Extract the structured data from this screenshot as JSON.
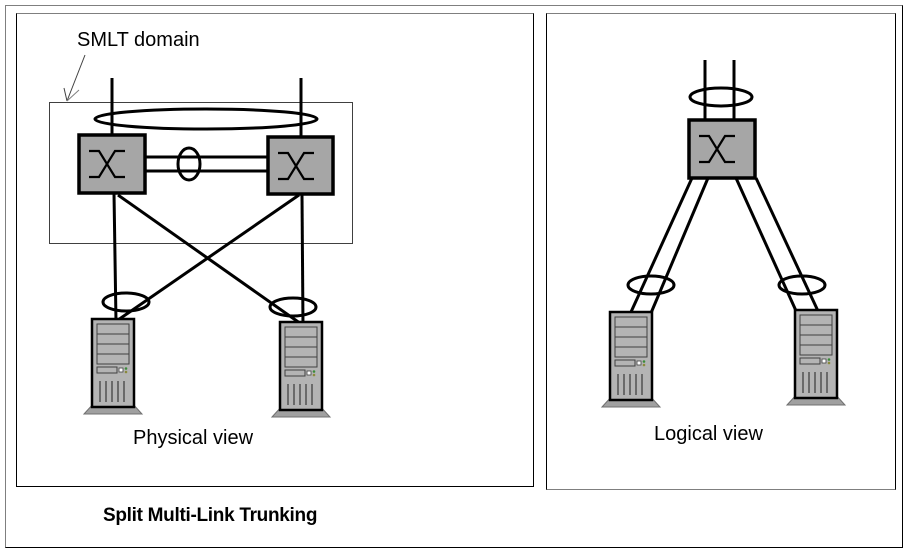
{
  "diagram": {
    "title": "Split Multi-Link Trunking",
    "physical_view": {
      "label": "Physical view",
      "domain_label": "SMLT domain",
      "switches": [
        "switch-left",
        "switch-right"
      ],
      "servers": [
        "server-left",
        "server-right"
      ],
      "links": [
        {
          "from": "uplink",
          "to": "switch-left",
          "trunk": "smlt-uplink"
        },
        {
          "from": "uplink",
          "to": "switch-right",
          "trunk": "smlt-uplink"
        },
        {
          "from": "switch-left",
          "to": "switch-right",
          "type": "inter-switch trunk (IST)",
          "count": 2
        },
        {
          "from": "switch-left",
          "to": "server-left"
        },
        {
          "from": "switch-left",
          "to": "server-right"
        },
        {
          "from": "switch-right",
          "to": "server-left"
        },
        {
          "from": "switch-right",
          "to": "server-right"
        }
      ]
    },
    "logical_view": {
      "label": "Logical view",
      "switches": [
        "logical-switch"
      ],
      "servers": [
        "server-left",
        "server-right"
      ],
      "links": [
        {
          "from": "uplink",
          "to": "logical-switch",
          "count": 2
        },
        {
          "from": "logical-switch",
          "to": "server-left",
          "count": 2
        },
        {
          "from": "logical-switch",
          "to": "server-right",
          "count": 2
        }
      ]
    },
    "colors": {
      "device_fill": "#a6a6a6",
      "server_fill": "#b4b4b4",
      "stroke": "#000000",
      "frame_gray": "#7f7f7f"
    }
  }
}
